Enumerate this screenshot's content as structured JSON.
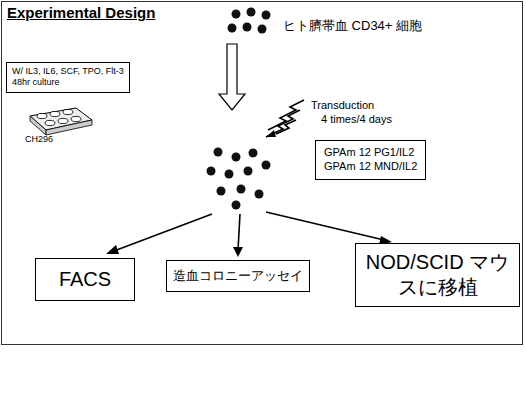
{
  "diagram": {
    "title": "Experimental Design",
    "nodes": [
      {
        "text": [
          "W/ IL3, IL6, SCF, TPO, Flt-3",
          "48hr culture"
        ]
      },
      {
        "text": [
          "GPAm 12 PG1/IL2",
          "GPAm 12 MND/IL2"
        ]
      },
      {
        "text": [
          "FACS"
        ]
      },
      {
        "text": [
          "造血コロニーアッセイ"
        ]
      },
      {
        "text": [
          "NOD/SCID マウスに移植"
        ]
      }
    ],
    "labels": [
      "ヒト臍帯血 CD34+ 細胞",
      "CH296",
      "Transduction",
      "4 times/4 days"
    ]
  }
}
